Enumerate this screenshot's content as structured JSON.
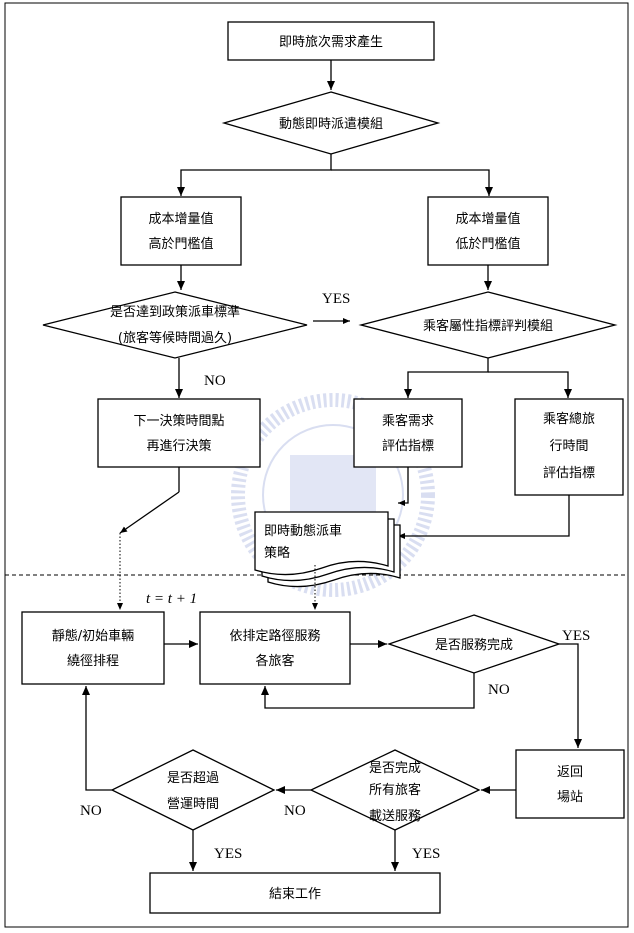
{
  "nodes": {
    "request": "即時旅次需求產生",
    "dynamic_module": "動態即時派遣模組",
    "cost_high": [
      "成本增量值",
      "高於門檻值"
    ],
    "cost_low": [
      "成本增量值",
      "低於門檻值"
    ],
    "policy_check": [
      "是否達到政策派車標準",
      "(旅客等候時間過久)"
    ],
    "passenger_module": "乘客屬性指標評判模組",
    "next_decision": [
      "下一決策時間點",
      "再進行決策"
    ],
    "demand_index": [
      "乘客需求",
      "評估指標"
    ],
    "travel_time_index": [
      "乘客總旅",
      "行時間",
      "評估指標"
    ],
    "strategy": [
      "即時動態派車",
      "策略"
    ],
    "vehicle_routing": [
      "靜態/初始車輛",
      "繞徑排程"
    ],
    "serve_route": [
      "依排定路徑服務",
      "各旅客"
    ],
    "service_done": "是否服務完成",
    "return_depot": [
      "返回",
      "場站"
    ],
    "all_served": [
      "是否完成",
      "所有旅客",
      "載送服務"
    ],
    "over_time": [
      "是否超過",
      "營運時間"
    ],
    "end_work": "結束工作"
  },
  "labels": {
    "yes": "YES",
    "no": "NO",
    "t_update": "t = t + 1"
  }
}
